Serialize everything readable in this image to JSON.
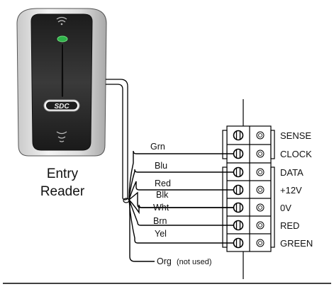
{
  "reader": {
    "brand": "SDC",
    "caption_line1": "Entry",
    "caption_line2": "Reader"
  },
  "wires": [
    {
      "label": "Grn",
      "terminal": "CLOCK"
    },
    {
      "label": "Blu",
      "terminal": "DATA"
    },
    {
      "label": "Red",
      "terminal": "+12V"
    },
    {
      "label": "Blk",
      "terminal": "0V"
    },
    {
      "label": "Wht",
      "terminal": "0V"
    },
    {
      "label": "Brn",
      "terminal": "RED"
    },
    {
      "label": "Yel",
      "terminal": "GREEN"
    }
  ],
  "unused_wire": {
    "label": "Org",
    "note": "(not used)"
  },
  "terminals": [
    "SENSE",
    "CLOCK",
    "DATA",
    "+12V",
    "0V",
    "RED",
    "GREEN"
  ],
  "colors": {
    "led": "#2fb34a",
    "line": "#000000"
  }
}
